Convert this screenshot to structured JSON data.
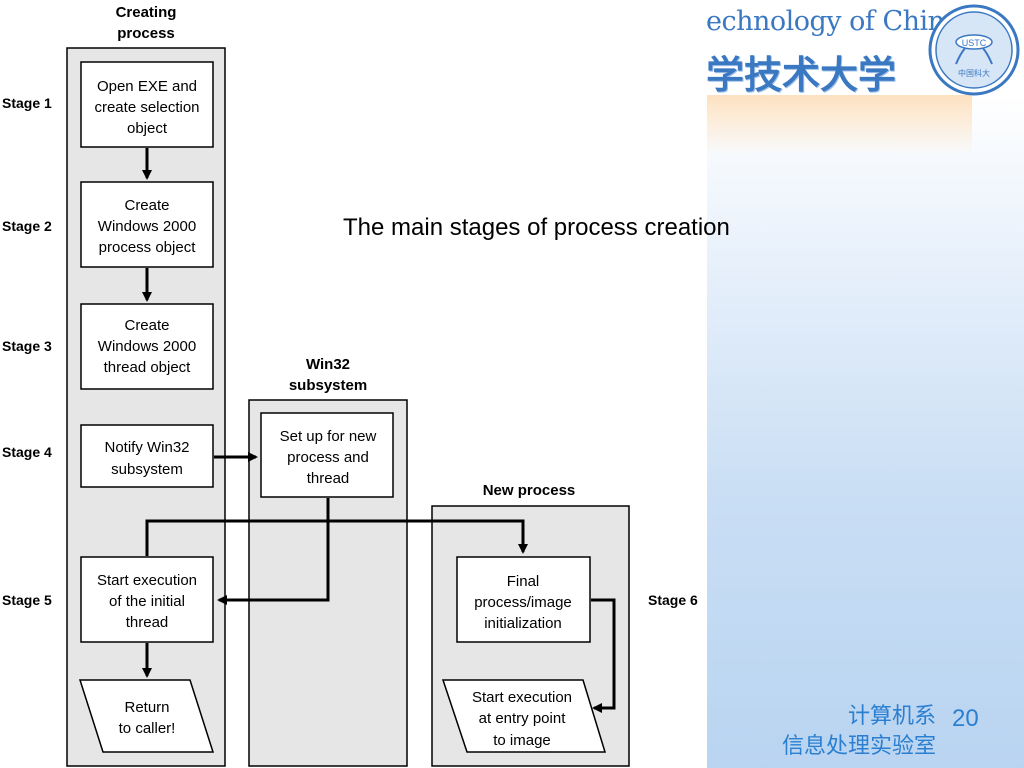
{
  "header": {
    "title_en": "echnology of China",
    "title_zh": "学技术大学",
    "logo_text_top": "USTC",
    "logo_text_bottom": "中国科大"
  },
  "slide_title": "The main stages of process creation",
  "columns": {
    "creating": [
      "Creating",
      "process"
    ],
    "win32": [
      "Win32",
      "subsystem"
    ],
    "newproc": [
      "New process"
    ]
  },
  "stages": [
    "Stage 1",
    "Stage 2",
    "Stage 3",
    "Stage 4",
    "Stage 5",
    "Stage 6"
  ],
  "boxes": {
    "open_exe": [
      "Open EXE and",
      "create selection",
      "object"
    ],
    "create_proc": [
      "Create",
      "Windows 2000",
      "process object"
    ],
    "create_thread": [
      "Create",
      "Windows 2000",
      "thread object"
    ],
    "notify": [
      "Notify Win32",
      "subsystem"
    ],
    "start_exec": [
      "Start execution",
      "of the initial",
      "thread"
    ],
    "return": [
      "Return",
      "to caller!"
    ],
    "setup": [
      "Set up for new",
      "process and",
      "thread"
    ],
    "final_init": [
      "Final",
      "process/image",
      "initialization"
    ],
    "start_entry": [
      "Start execution",
      "at entry point",
      "to image"
    ]
  },
  "footer": {
    "dept": "计算机系",
    "lab": "信息处理实验室",
    "page": "20"
  },
  "colors": {
    "accent": "#3a78c2",
    "column_fill": "#e6e6e6"
  }
}
